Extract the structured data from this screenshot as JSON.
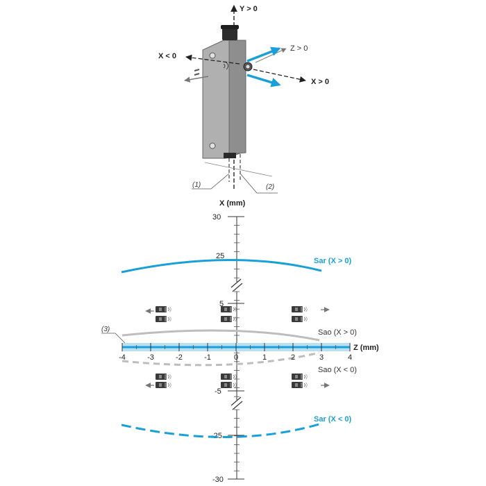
{
  "axes": {
    "y_pos": "Y > 0",
    "x_neg": "X < 0",
    "x_pos": "X > 0",
    "z_pos": "Z > 0",
    "x_axis_label": "X (mm)",
    "z_axis_label": "Z (mm)"
  },
  "callouts": {
    "c1": "(1)",
    "c2": "(2)",
    "c3": "(3)"
  },
  "x_ticks": [
    "30",
    "25",
    "5",
    "-5",
    "-25",
    "-30"
  ],
  "z_ticks": [
    "-4",
    "-3",
    "-2",
    "-1",
    "0",
    "1",
    "2",
    "3",
    "4"
  ],
  "curves": {
    "sar_pos": "Sar (X > 0)",
    "sao_pos": "Sao (X > 0)",
    "sao_neg": "Sao (X < 0)",
    "sar_neg": "Sar (X < 0)"
  },
  "colors": {
    "accent_blue": "#1aa0d8",
    "band_blue": "#b8dff2",
    "sao_gray": "#bdbdbd",
    "sensor_gray": "#9a9a9a",
    "axis_dark": "#333333"
  }
}
